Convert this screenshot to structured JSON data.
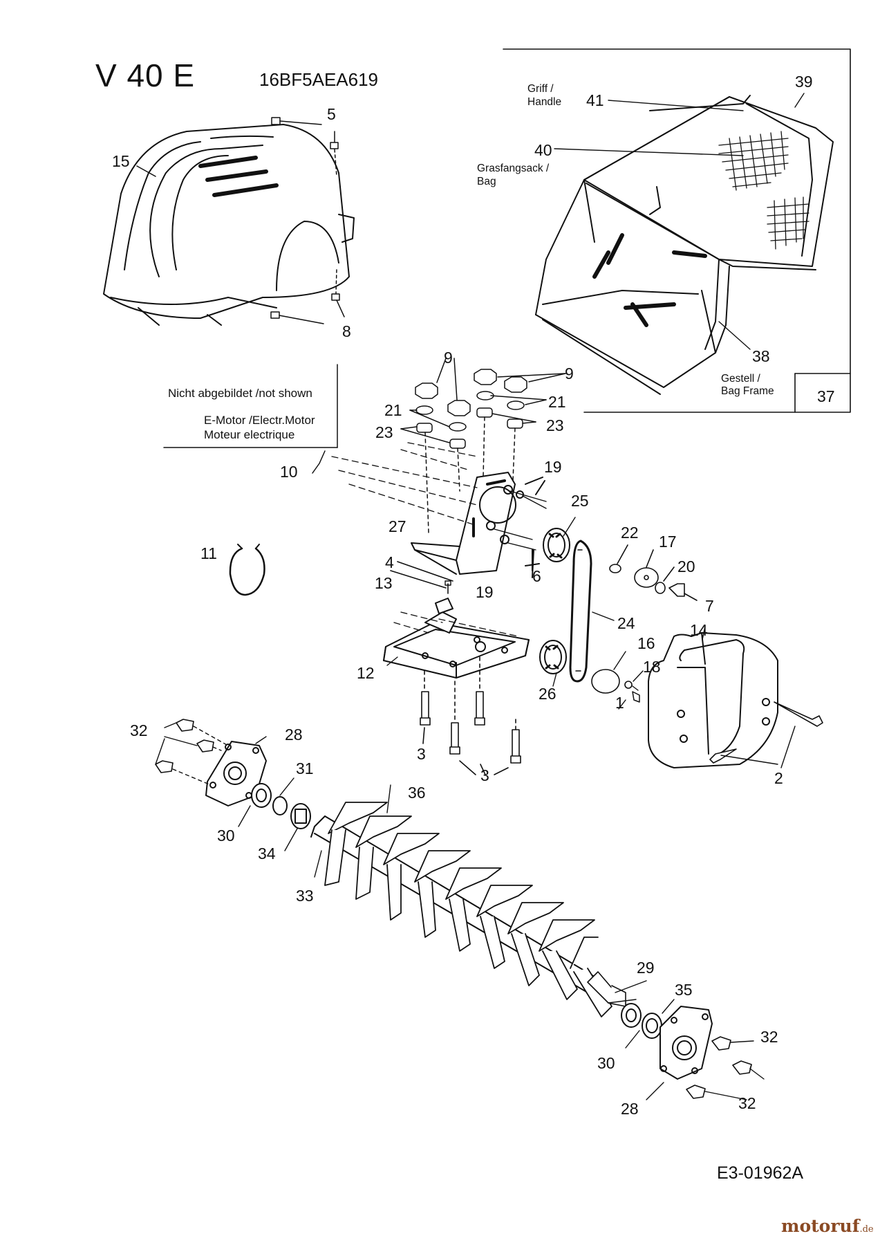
{
  "header": {
    "title": "V 40 E",
    "model_number": "16BF5AEA619"
  },
  "note_box": {
    "line1": "Nicht abgebildet /not shown",
    "line2": "E-Motor /Electr.Motor",
    "line3": "Moteur electrique"
  },
  "bag_labels": {
    "handle_de": "Griff /",
    "handle_en": "Handle",
    "bag_de": "Grasfangsack /",
    "bag_en": "Bag",
    "frame_de": "Gestell /",
    "frame_en": "Bag Frame"
  },
  "callouts": {
    "c1": "1",
    "c2": "2",
    "c3a": "3",
    "c3b": "3",
    "c3c": "3",
    "c4": "4",
    "c5": "5",
    "c6": "6",
    "c7": "7",
    "c8": "8",
    "c9a": "9",
    "c9b": "9",
    "c10": "10",
    "c11": "11",
    "c12": "12",
    "c13": "13",
    "c14": "14",
    "c15": "15",
    "c16": "16",
    "c17": "17",
    "c18": "18",
    "c19a": "19",
    "c19b": "19",
    "c20": "20",
    "c21a": "21",
    "c21b": "21",
    "c22": "22",
    "c23a": "23",
    "c23b": "23",
    "c24": "24",
    "c25": "25",
    "c26": "26",
    "c27": "27",
    "c28a": "28",
    "c28b": "28",
    "c29": "29",
    "c30a": "30",
    "c30b": "30",
    "c31": "31",
    "c32a": "32",
    "c32b": "32",
    "c32c": "32",
    "c33": "33",
    "c34": "34",
    "c35": "35",
    "c36": "36",
    "c37": "37",
    "c38": "38",
    "c39": "39",
    "c40": "40",
    "c41": "41"
  },
  "footer": {
    "drawing_number": "E3-01962A"
  },
  "watermark": {
    "brand": "motoruf",
    "tld": ".de",
    "color": "#8a4a24"
  }
}
